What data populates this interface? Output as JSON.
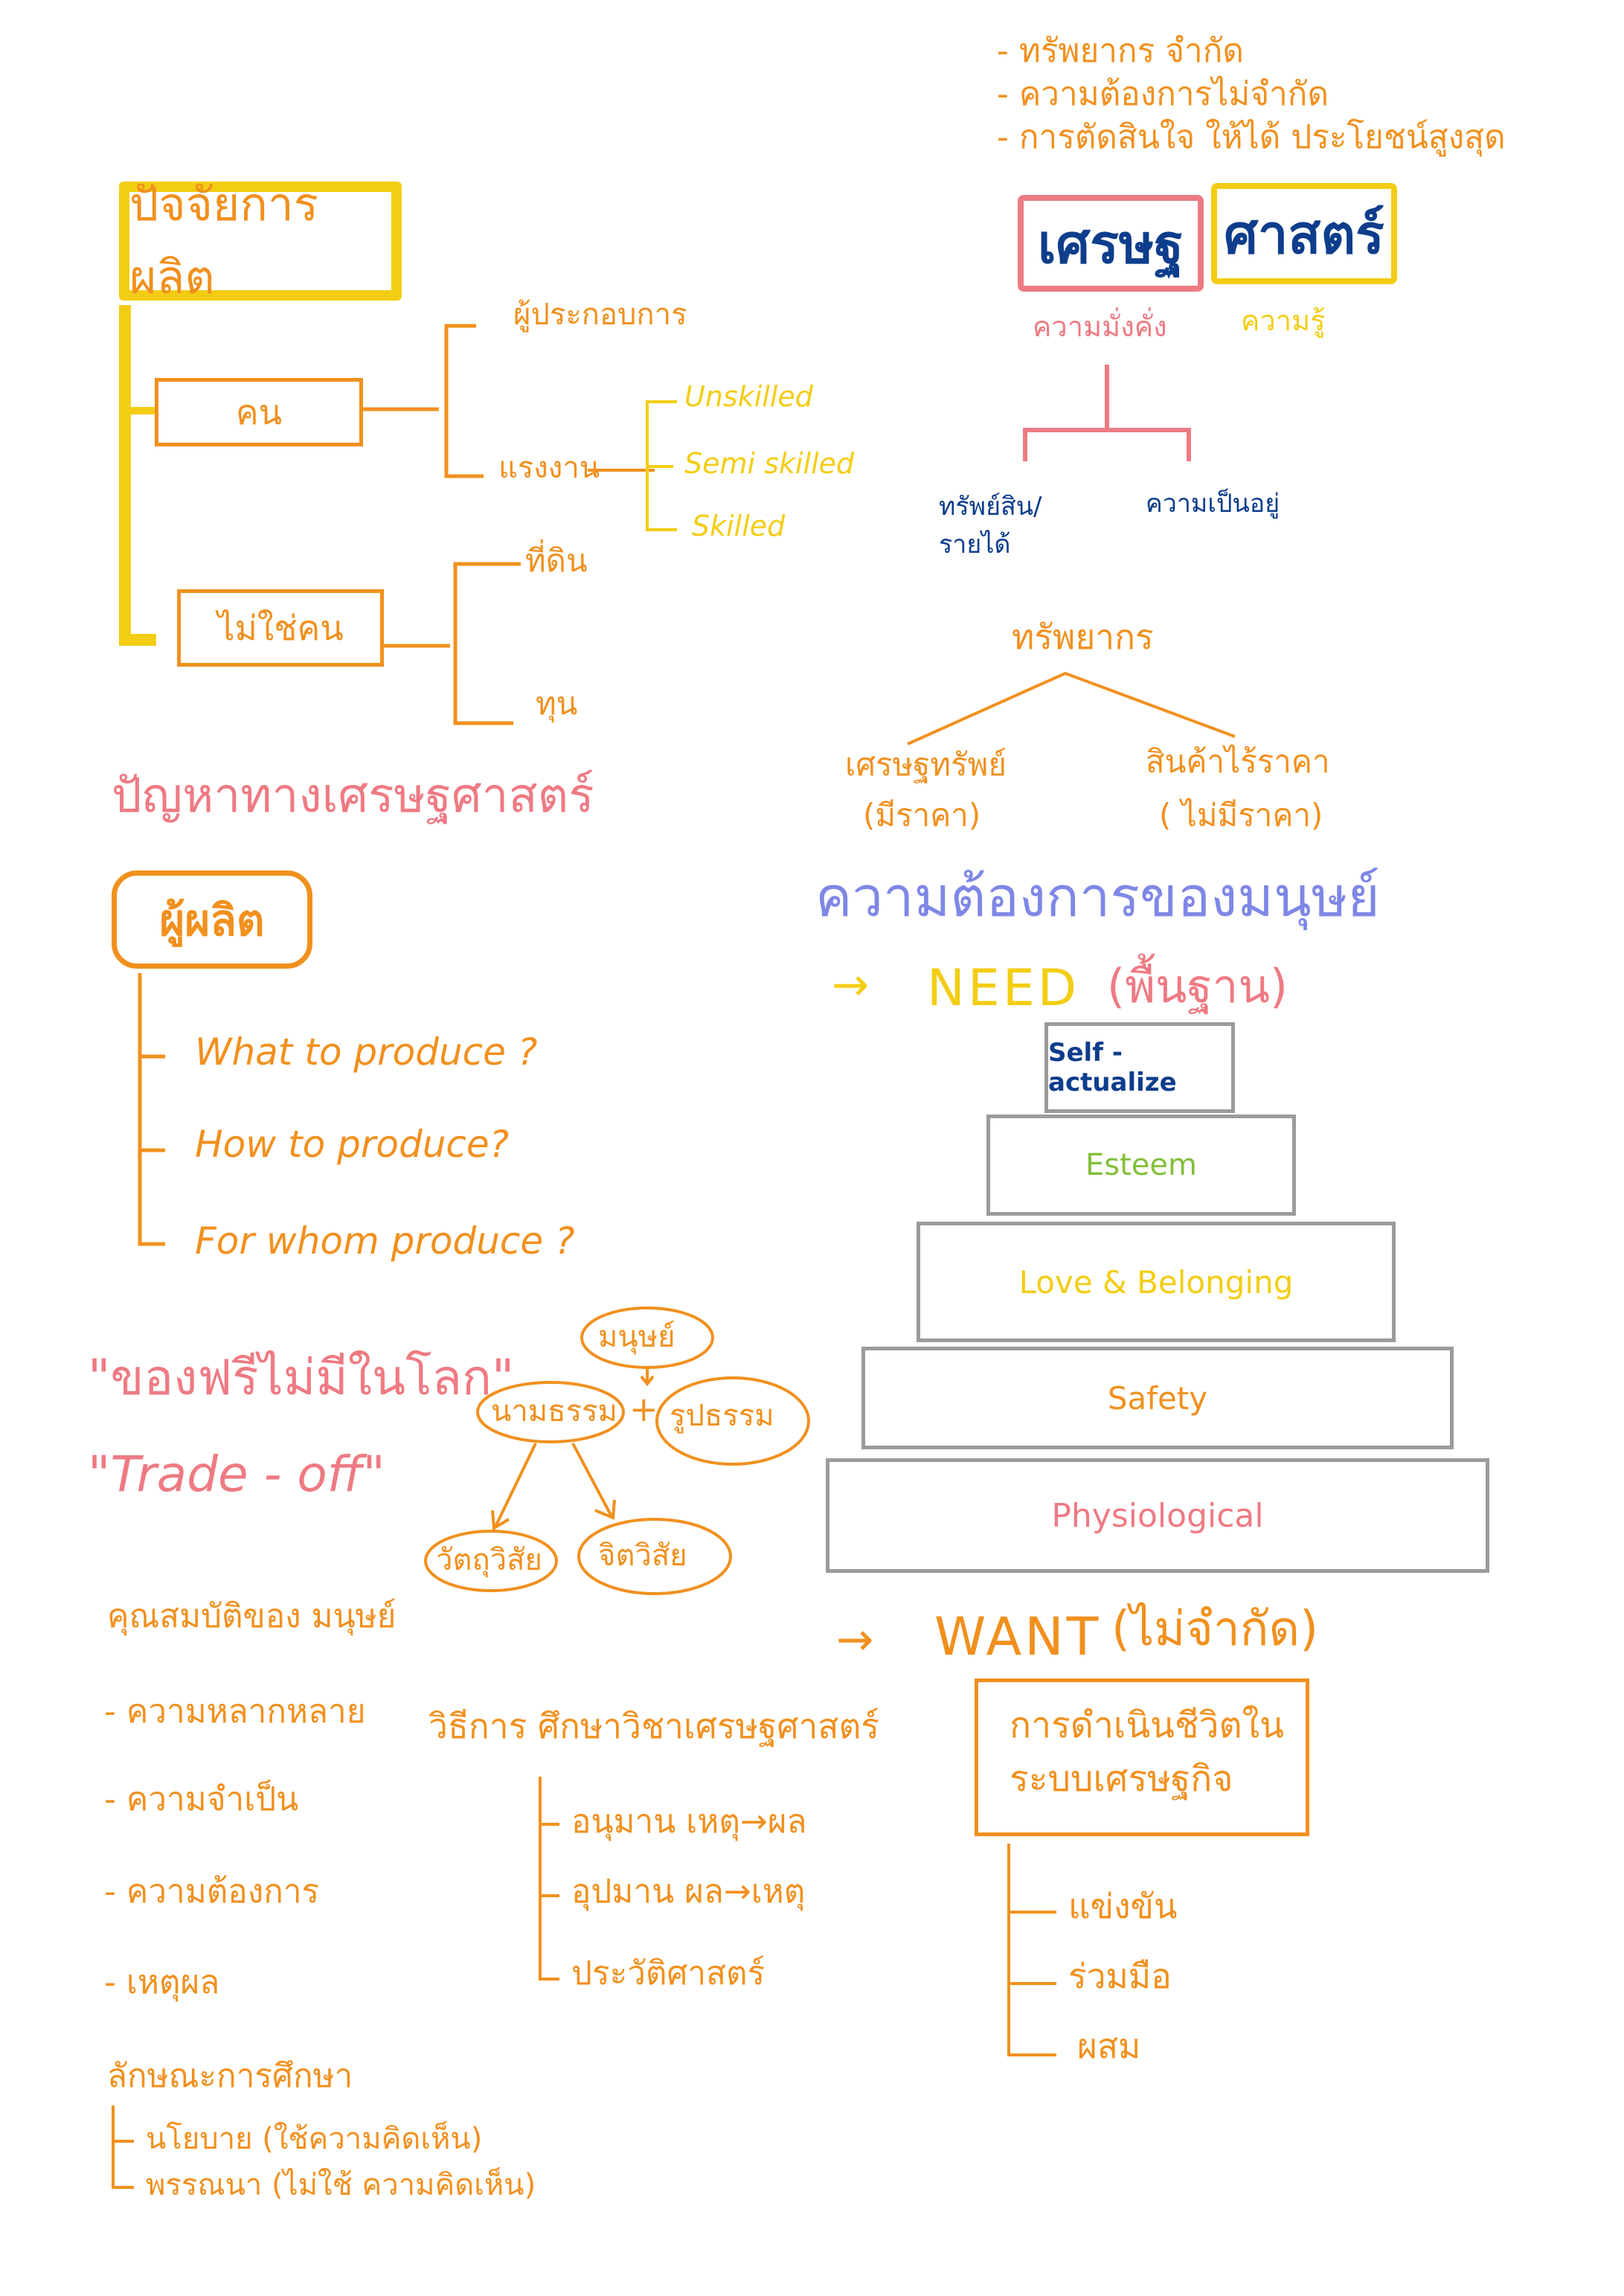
{
  "colors": {
    "orange": "#f1901e",
    "yellow": "#f3cd14",
    "pink": "#ee7a83",
    "navy": "#0d3d8c",
    "blue": "#7f87e6",
    "green": "#82bf3a",
    "gray": "#9b9b9b"
  },
  "econ": {
    "bullets": [
      "- ทรัพยากร จำกัด",
      "- ความต้องการไม่จำกัด",
      "- การตัดสินใจ ให้ได้ ประโยชน์สูงสุด"
    ],
    "word_a": "เศรษฐ",
    "word_b": "ศาสตร์",
    "meaning_a": "ความมั่งคั่ง",
    "meaning_b": "ความรู้",
    "branch_left": "ทรัพย์สิน/ รายได้",
    "branch_right": "ความเป็นอยู่"
  },
  "factors": {
    "title": "ปัจจัยการผลิต",
    "people": "คน",
    "entrepreneur": "ผู้ประกอบการ",
    "labor": "แรงงาน",
    "unskilled": "Unskilled",
    "semi": "Semi skilled",
    "skilled": "Skilled",
    "non_people": "ไม่ใช่คน",
    "land": "ที่ดิน",
    "capital": "ทุน"
  },
  "resources": {
    "title": "ทรัพยากร",
    "left": "เศรษฐทรัพย์",
    "left_sub": "(มีราคา)",
    "right": "สินค้าไร้ราคา",
    "right_sub": "( ไม่มีราคา)"
  },
  "problems": {
    "title": "ปัญหาทางเศรษฐศาสตร์",
    "producer": "ผู้ผลิต",
    "q1": "What to produce ?",
    "q2": "How to produce?",
    "q3": "For whom produce ?"
  },
  "needs": {
    "title": "ความต้องการของมนุษย์",
    "need_arrow": "→",
    "need": "NEED",
    "need_th": "(พื้นฐาน)",
    "pyramid": [
      "Self - actualize",
      "Esteem",
      "Love & Belonging",
      "Safety",
      "Physiological"
    ],
    "want_arrow": "→",
    "want": "WANT",
    "want_th": "(ไม่จำกัด)"
  },
  "free": {
    "quote1": "\"ของฟรีไม่มีในโลก\"",
    "quote2": "\"Trade - off\"",
    "human": "มนุษย์",
    "abstract": "นามธรรม",
    "plus": "+",
    "concrete": "รูปธรรม",
    "material": "วัตถุวิสัย",
    "mental": "จิตวิสัย"
  },
  "traits": {
    "title": "คุณสมบัติของ มนุษย์",
    "items": [
      "- ความหลากหลาย",
      "- ความจำเป็น",
      "- ความต้องการ",
      "- เหตุผล"
    ]
  },
  "methods": {
    "title": "วิธีการ ศึกษาวิชาเศรษฐศาสตร์",
    "items": [
      "อนุมาน   เหตุ→ผล",
      "อุปมาน   ผล→เหตุ",
      "ประวัติศาสตร์"
    ]
  },
  "study": {
    "title": "ลักษณะการศึกษา",
    "items": [
      "นโยบาย (ใช้ความคิดเห็น)",
      "พรรณนา (ไม่ใช้ ความคิดเห็น)"
    ]
  },
  "life": {
    "box1": "การดำเนินชีวิตใน",
    "box2": "ระบบเศรษฐกิจ",
    "items": [
      "แข่งขัน",
      "ร่วมมือ",
      "ผสม"
    ]
  }
}
